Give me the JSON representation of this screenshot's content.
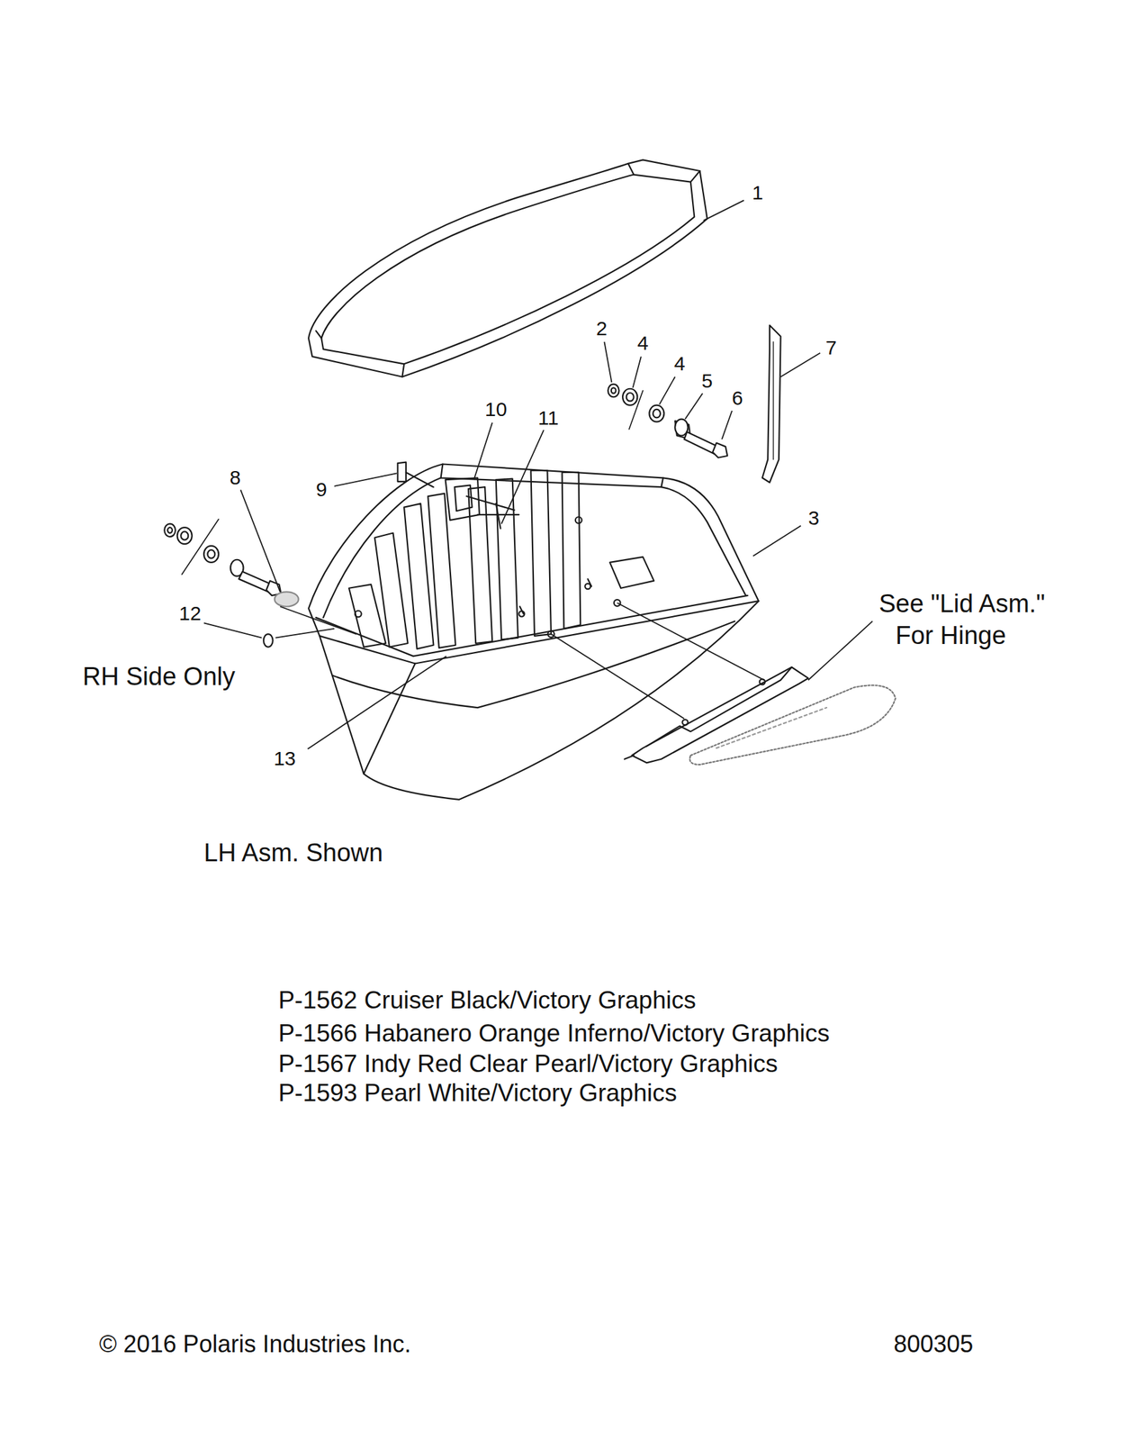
{
  "diagram": {
    "labels": [
      "1",
      "2",
      "4",
      "4",
      "5",
      "6",
      "7",
      "10",
      "11",
      "9",
      "8",
      "3",
      "See \"Lid Asm.\"",
      "For Hinge",
      "12",
      "RH Side Only",
      "13",
      "LH Asm. Shown",
      "P-1562 Cruiser Black/Victory Graphics",
      "P-1566 Habanero Orange Inferno/Victory Graphics",
      "P-1567 Indy Red Clear Pearl/Victory Graphics",
      "P-1593 Pearl White/Victory Graphics",
      "© 2016 Polaris Industries Inc.",
      "800305"
    ]
  }
}
